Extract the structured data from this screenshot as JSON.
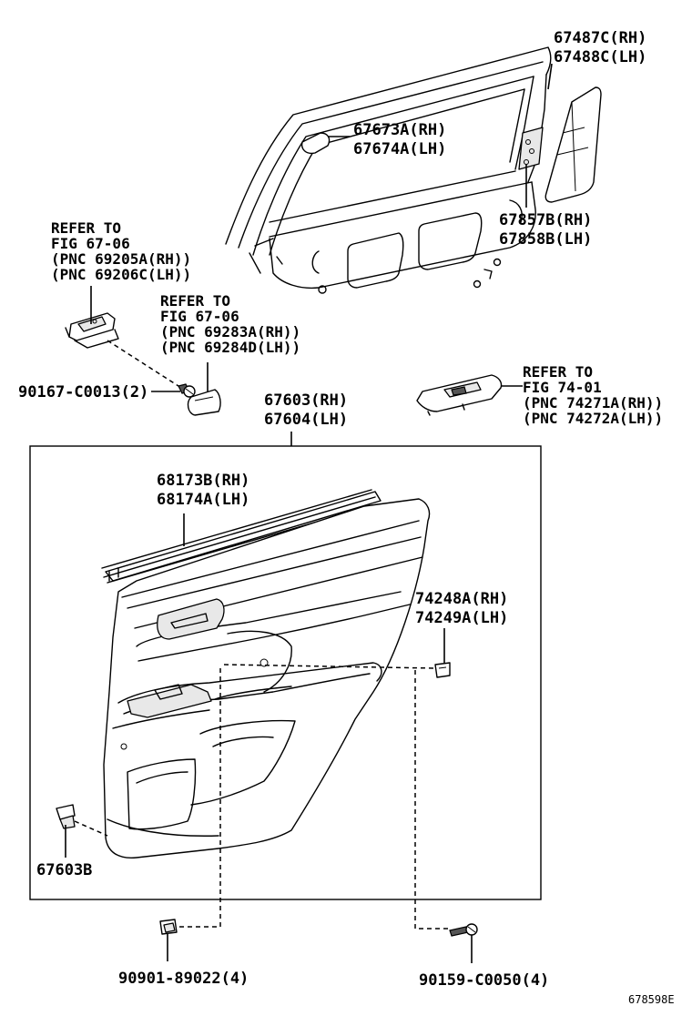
{
  "callouts": {
    "belt_molding": {
      "rh": "67487C(RH)",
      "lh": "67488C(LH)"
    },
    "glass_seal": {
      "rh": "67673A(RH)",
      "lh": "67674A(LH)"
    },
    "pillar_clip": {
      "rh": "67857B(RH)",
      "lh": "67858B(LH)"
    },
    "handle_ref": {
      "line1": "REFER TO",
      "line2": "FIG 67-06",
      "line3": "(PNC 69205A(RH))",
      "line4": "(PNC 69206C(LH))"
    },
    "bezel_ref": {
      "line1": "REFER TO",
      "line2": "FIG 67-06",
      "line3": "(PNC 69283A(RH))",
      "line4": "(PNC 69284D(LH))"
    },
    "screw_top": "90167-C0013(2)",
    "trim_board": {
      "rh": "67603(RH)",
      "lh": "67604(LH)"
    },
    "switch_ref": {
      "line1": "REFER TO",
      "line2": "FIG 74-01",
      "line3": "(PNC 74271A(RH))",
      "line4": "(PNC 74272A(LH))"
    },
    "weatherstrip": {
      "rh": "68173B(RH)",
      "lh": "68174A(LH)"
    },
    "armrest_clip": {
      "rh": "74248A(RH)",
      "lh": "74249A(LH)"
    },
    "trim_clip": "67603B",
    "clip_bottom": "90901-89022(4)",
    "screw_bottom": "90159-C0050(4)",
    "figure_id": "678598E"
  }
}
